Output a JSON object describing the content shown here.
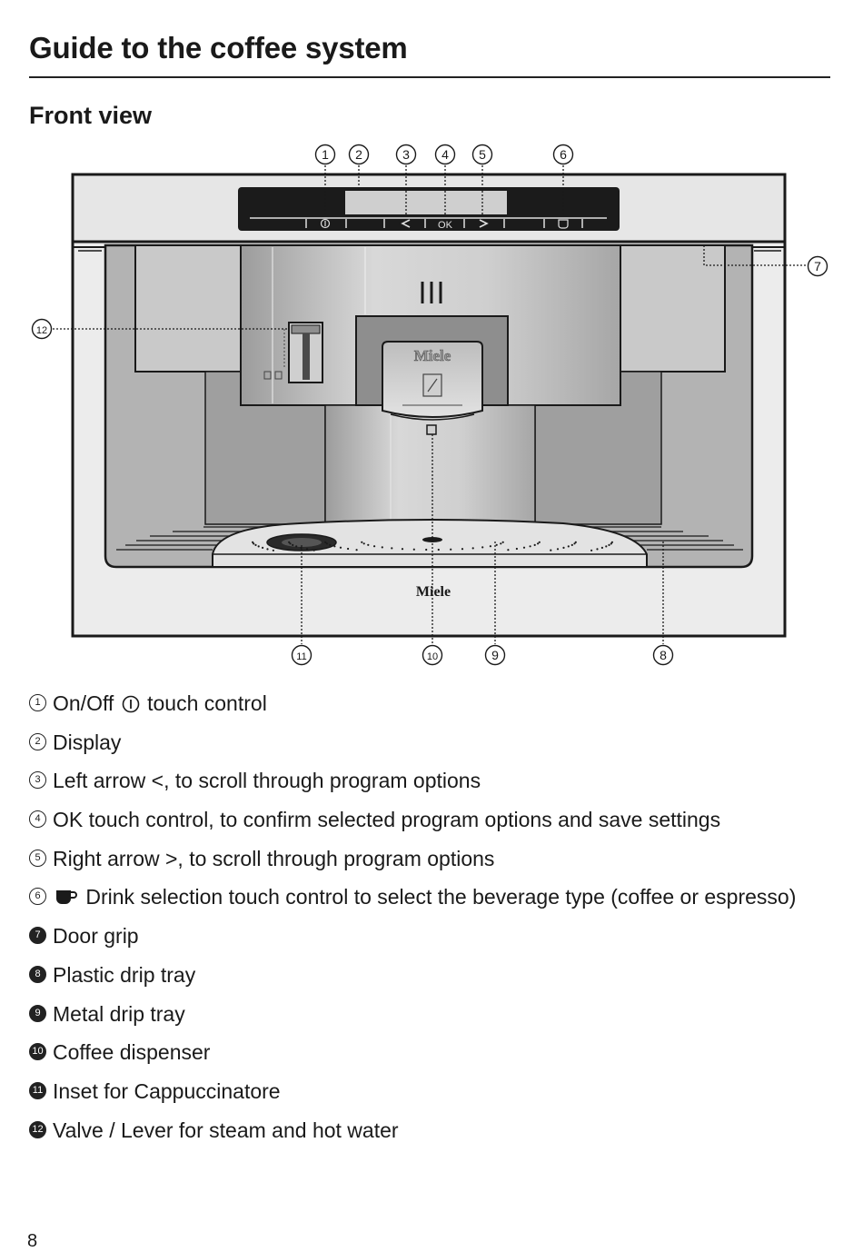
{
  "page": {
    "title": "Guide to the coffee system",
    "subtitle": "Front view",
    "page_number": "8"
  },
  "figure": {
    "brand_logo": "Miele",
    "panel_ok_label": "OK",
    "callouts": [
      "1",
      "2",
      "3",
      "4",
      "5",
      "6",
      "7",
      "8",
      "9",
      "10",
      "11",
      "12"
    ]
  },
  "legend": [
    {
      "num": "1",
      "before": "On/Off",
      "icon": "power-icon",
      "after": "touch control"
    },
    {
      "num": "2",
      "text": "Display"
    },
    {
      "num": "3",
      "text": "Left arrow <, to scroll through program options"
    },
    {
      "num": "4",
      "text": "OK touch control, to confirm selected program options and save settings"
    },
    {
      "num": "5",
      "text": "Right arrow >, to scroll through program options"
    },
    {
      "num": "6",
      "icon": "cup-icon",
      "text": "Drink selection touch control to select the beverage type (coffee or espresso)"
    },
    {
      "num": "7",
      "text": "Door grip"
    },
    {
      "num": "8",
      "text": "Plastic drip tray"
    },
    {
      "num": "9",
      "text": "Metal drip tray"
    },
    {
      "num": "10",
      "text": "Coffee dispenser"
    },
    {
      "num": "11",
      "text": "Inset for Cappuccinatore"
    },
    {
      "num": "12",
      "text": "Valve / Lever for steam and hot water"
    }
  ]
}
